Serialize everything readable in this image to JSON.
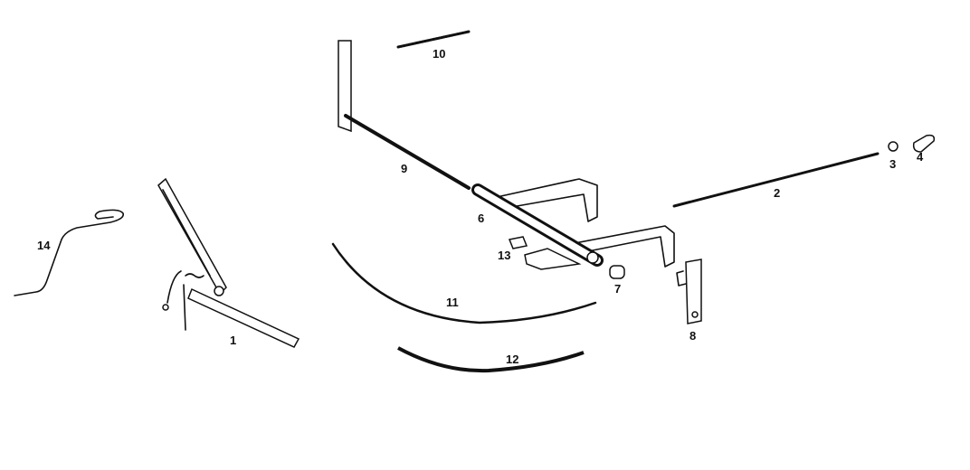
{
  "diagram": {
    "parts": [
      {
        "id": "part-1",
        "label": "1"
      },
      {
        "id": "part-2",
        "label": "2"
      },
      {
        "id": "part-3",
        "label": "3"
      },
      {
        "id": "part-4",
        "label": "4"
      },
      {
        "id": "part-6",
        "label": "6"
      },
      {
        "id": "part-7",
        "label": "7"
      },
      {
        "id": "part-8",
        "label": "8"
      },
      {
        "id": "part-9",
        "label": "9"
      },
      {
        "id": "part-10",
        "label": "10"
      },
      {
        "id": "part-11",
        "label": "11"
      },
      {
        "id": "part-12",
        "label": "12"
      },
      {
        "id": "part-13",
        "label": "13"
      },
      {
        "id": "part-14",
        "label": "14"
      }
    ]
  }
}
